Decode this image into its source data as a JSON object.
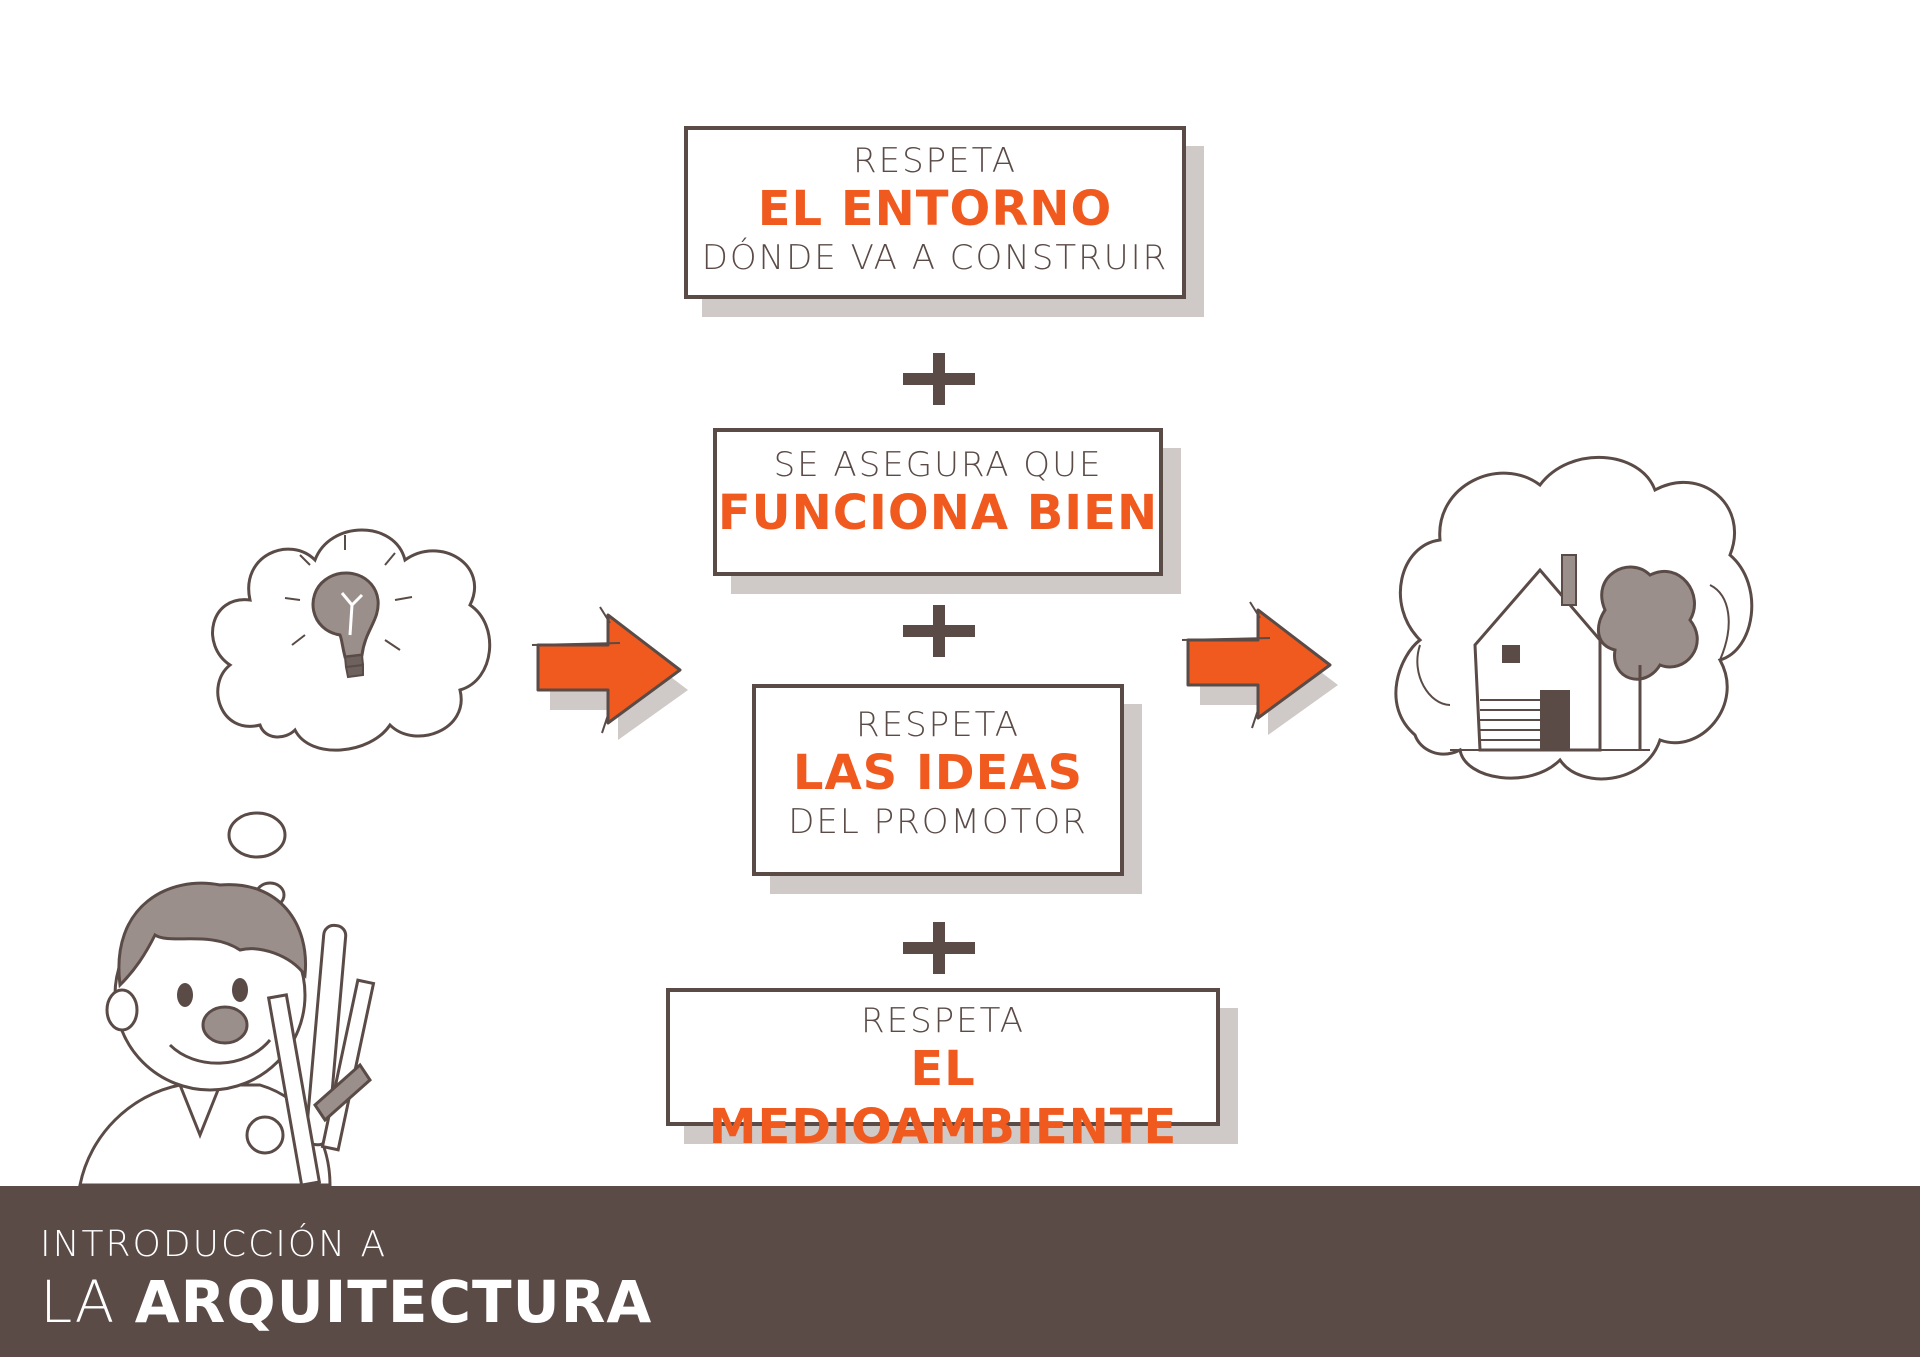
{
  "boxes": [
    {
      "top": "RESPETA",
      "highlight": "EL ENTORNO",
      "bottom": "DÓNDE VA A CONSTRUIR"
    },
    {
      "top": "SE ASEGURA QUE",
      "highlight": "FUNCIONA BIEN",
      "bottom": ""
    },
    {
      "top": "RESPETA",
      "highlight": "LAS IDEAS",
      "bottom": "DEL PROMOTOR"
    },
    {
      "top": "RESPETA",
      "highlight": "EL MEDIOAMBIENTE",
      "bottom": ""
    }
  ],
  "footer": {
    "subtitle": "INTRODUCCIÓN A",
    "title_prefix": "LA",
    "title_bold": "ARQUITECTURA"
  },
  "colors": {
    "accent": "#f05a1e",
    "ink": "#5a4b47",
    "shadow": "#cfc9c7"
  },
  "icons": [
    "lightbulb-icon",
    "house-icon",
    "arrow-right-icon",
    "plus-icon",
    "architect-character"
  ]
}
